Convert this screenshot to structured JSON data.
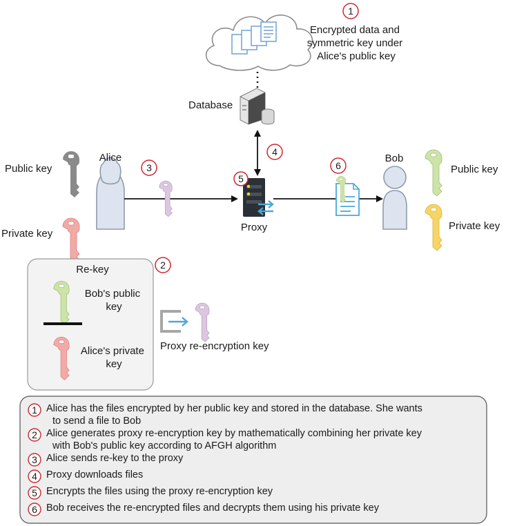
{
  "cloud": {
    "number": "1",
    "caption_lines": [
      "Encrypted data and",
      "symmetric key under",
      "Alice's public key"
    ]
  },
  "database": {
    "label": "Database"
  },
  "proxy": {
    "label": "Proxy",
    "number": "5"
  },
  "alice": {
    "label": "Alice",
    "public_key_label": "Public key",
    "private_key_label": "Private key"
  },
  "bob": {
    "label": "Bob",
    "public_key_label": "Public key",
    "private_key_label": "Private key"
  },
  "steps": {
    "s3": "3",
    "s4": "4",
    "s6": "6"
  },
  "rekey": {
    "number": "2",
    "title": "Re-key",
    "bob_public_key_lines": [
      "Bob's public",
      "key"
    ],
    "alice_private_key_lines": [
      "Alice's private",
      "key"
    ],
    "result_label": "Proxy re-encryption key"
  },
  "legend": [
    {
      "number": "1",
      "lines": [
        "Alice has the files encrypted by her public key and stored in the database. She wants",
        "to send a file to Bob"
      ]
    },
    {
      "number": "2",
      "lines": [
        "Alice generates proxy re-encryption key by mathematically combining her private key",
        "with Bob's public key according to AFGH algorithm"
      ]
    },
    {
      "number": "3",
      "lines": [
        "Alice sends re-key to the proxy"
      ]
    },
    {
      "number": "4",
      "lines": [
        "Proxy downloads files"
      ]
    },
    {
      "number": "5",
      "lines": [
        "Encrypts the files using the proxy re-encryption key"
      ]
    },
    {
      "number": "6",
      "lines": [
        "Bob receives the re-encrypted files and decrypts them using his private key"
      ]
    }
  ],
  "colors": {
    "badge_ring": "#d0262e",
    "key_gray": "#8a8a8a",
    "key_pink": "#f2aaa6",
    "key_lilac": "#dcc6e0",
    "key_green": "#cde3a8",
    "key_yellow": "#f7d466",
    "person_fill": "#dde4ef",
    "person_stroke": "#8d9aac",
    "legend_bg": "#eeeeee"
  }
}
